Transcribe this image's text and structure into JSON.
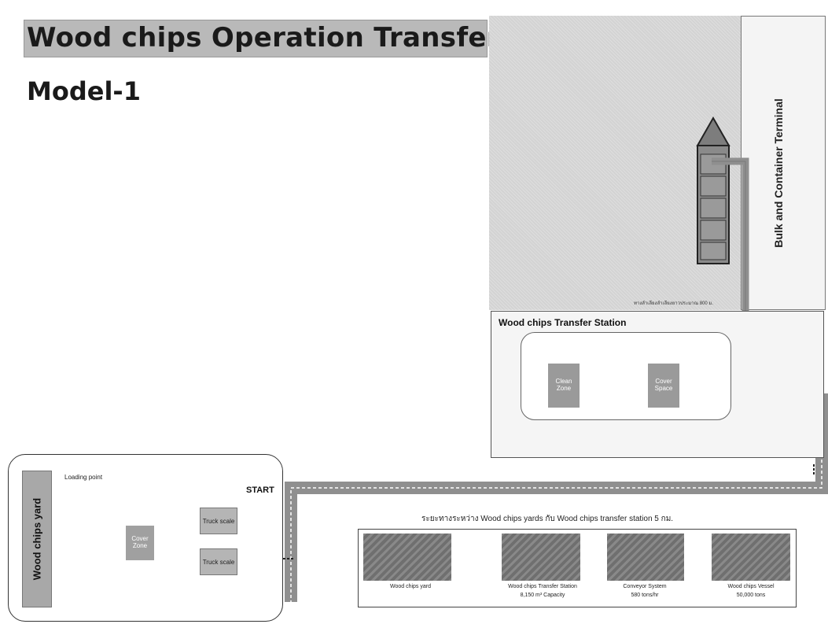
{
  "title": "Wood chips Operation Transfer",
  "subtitle": "Model-1",
  "terminal_label": "Bulk and Container Terminal",
  "route_note": "ทางลำเลียงลำเลียงยาวประมาณ 800 ม.",
  "station": {
    "title": "Wood chips Transfer Station",
    "zone_left": "Clean Zone",
    "zone_right": "Cover Space"
  },
  "yard": {
    "label": "Wood chips yard",
    "loading_point": "Loading point",
    "cover_zone": "Cover Zone",
    "truck_scale_1": "Truck scale",
    "truck_scale_2": "Truck scale",
    "start": "START"
  },
  "distance_text": "ระยะทางระหว่าง Wood chips yards กับ Wood chips transfer station   5 กม.",
  "process_steps": [
    {
      "caption": "Wood chips yard",
      "detail": ""
    },
    {
      "caption": "Wood chips Transfer Station",
      "detail": "8,150 m³ Capacity"
    },
    {
      "caption": "Conveyor System",
      "detail": "580 tons/hr"
    },
    {
      "caption": "Wood chips  Vessel",
      "detail": "50,000 tons"
    }
  ],
  "colors": {
    "route": "#8f8f8f",
    "panel": "#b9b9b9",
    "sea": "#d3d3d3",
    "arrow": "#222222"
  },
  "icons": [
    "ship-icon",
    "truck-icon",
    "excavator-icon",
    "arrow-icon"
  ]
}
